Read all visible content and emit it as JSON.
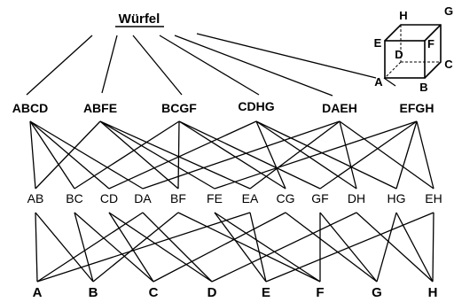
{
  "title": "Würfel",
  "faces": [
    "ABCD",
    "ABFE",
    "BCGF",
    "CDHG",
    "DAEH",
    "EFGH"
  ],
  "edges": [
    "AB",
    "BC",
    "CD",
    "DA",
    "BF",
    "FE",
    "EA",
    "CG",
    "GF",
    "DH",
    "HG",
    "EH"
  ],
  "vertices": [
    "A",
    "B",
    "C",
    "D",
    "E",
    "F",
    "G",
    "H"
  ],
  "cube_labels": {
    "H": "H",
    "G": "G",
    "E": "E",
    "F": "F",
    "D": "D",
    "C": "C",
    "A": "A",
    "B": "B"
  }
}
